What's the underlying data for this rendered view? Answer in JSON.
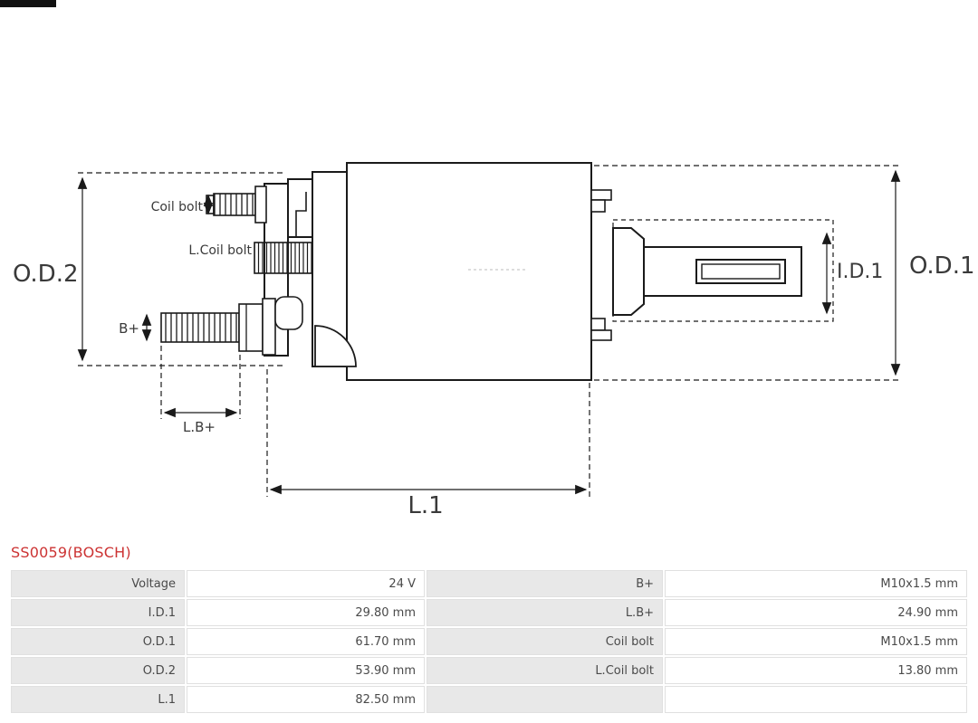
{
  "diagram": {
    "labels": {
      "od2": "O.D.2",
      "od1": "O.D.1",
      "id1": "I.D.1",
      "l1": "L.1",
      "lb_plus": "L.B+",
      "b_plus": "B+",
      "coil_bolt": "Coil bolt",
      "l_coil_bolt": "L.Coil bolt"
    }
  },
  "title": {
    "text": "SS0059(BOSCH)"
  },
  "table": {
    "rows": [
      {
        "c1": "Voltage",
        "c2": "24 V",
        "c3": "B+",
        "c4": "M10x1.5 mm"
      },
      {
        "c1": "I.D.1",
        "c2": "29.80 mm",
        "c3": "L.B+",
        "c4": "24.90 mm"
      },
      {
        "c1": "O.D.1",
        "c2": "61.70 mm",
        "c3": "Coil bolt",
        "c4": "M10x1.5 mm"
      },
      {
        "c1": "O.D.2",
        "c2": "53.90 mm",
        "c3": "L.Coil bolt",
        "c4": "13.80 mm"
      },
      {
        "c1": "L.1",
        "c2": "82.50 mm",
        "c3": "",
        "c4": ""
      }
    ]
  },
  "colors": {
    "title_red": "#cc3333",
    "table_label_bg": "#e8e8e8",
    "drawing_line": "#1a1a1a"
  }
}
